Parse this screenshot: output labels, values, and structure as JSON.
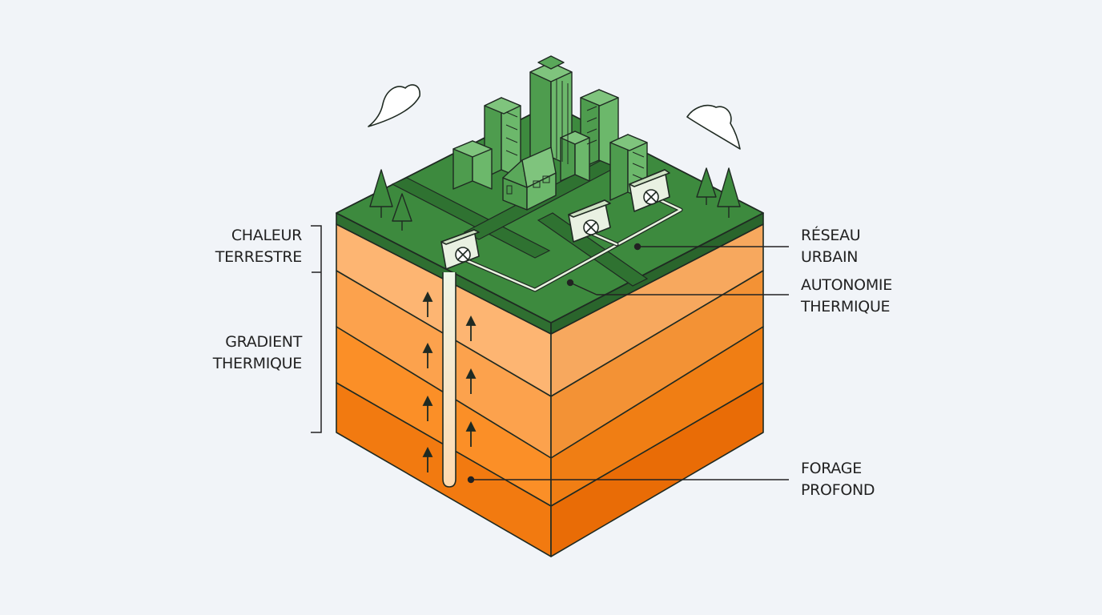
{
  "labels": {
    "chaleur_terrestre": [
      "CHALEUR",
      "TERRESTRE"
    ],
    "gradient_thermique": [
      "GRADIENT",
      "THERMIQUE"
    ],
    "reseau_urbain": [
      "RÉSEAU",
      "URBAIN"
    ],
    "autonomie_thermique": [
      "AUTONOMIE",
      "THERMIQUE"
    ],
    "forage_profond": [
      "FORAGE",
      "PROFOND"
    ]
  },
  "colors": {
    "background": "#f1f4f8",
    "grass": "#3d8a3e",
    "building": "#5aa85a",
    "stroke": "#1f2a22",
    "soil_layers": [
      "#fdb572",
      "#fca24d",
      "#fb8f27",
      "#f27a10"
    ],
    "soil_right_layers": [
      "#f7a85e",
      "#f39235",
      "#f07e14",
      "#e96c06"
    ]
  },
  "icons": [
    "cloud-icon",
    "tree-icon",
    "heat-pump-icon",
    "fan-icon",
    "arrow-up-icon",
    "building-icon",
    "house-icon"
  ]
}
